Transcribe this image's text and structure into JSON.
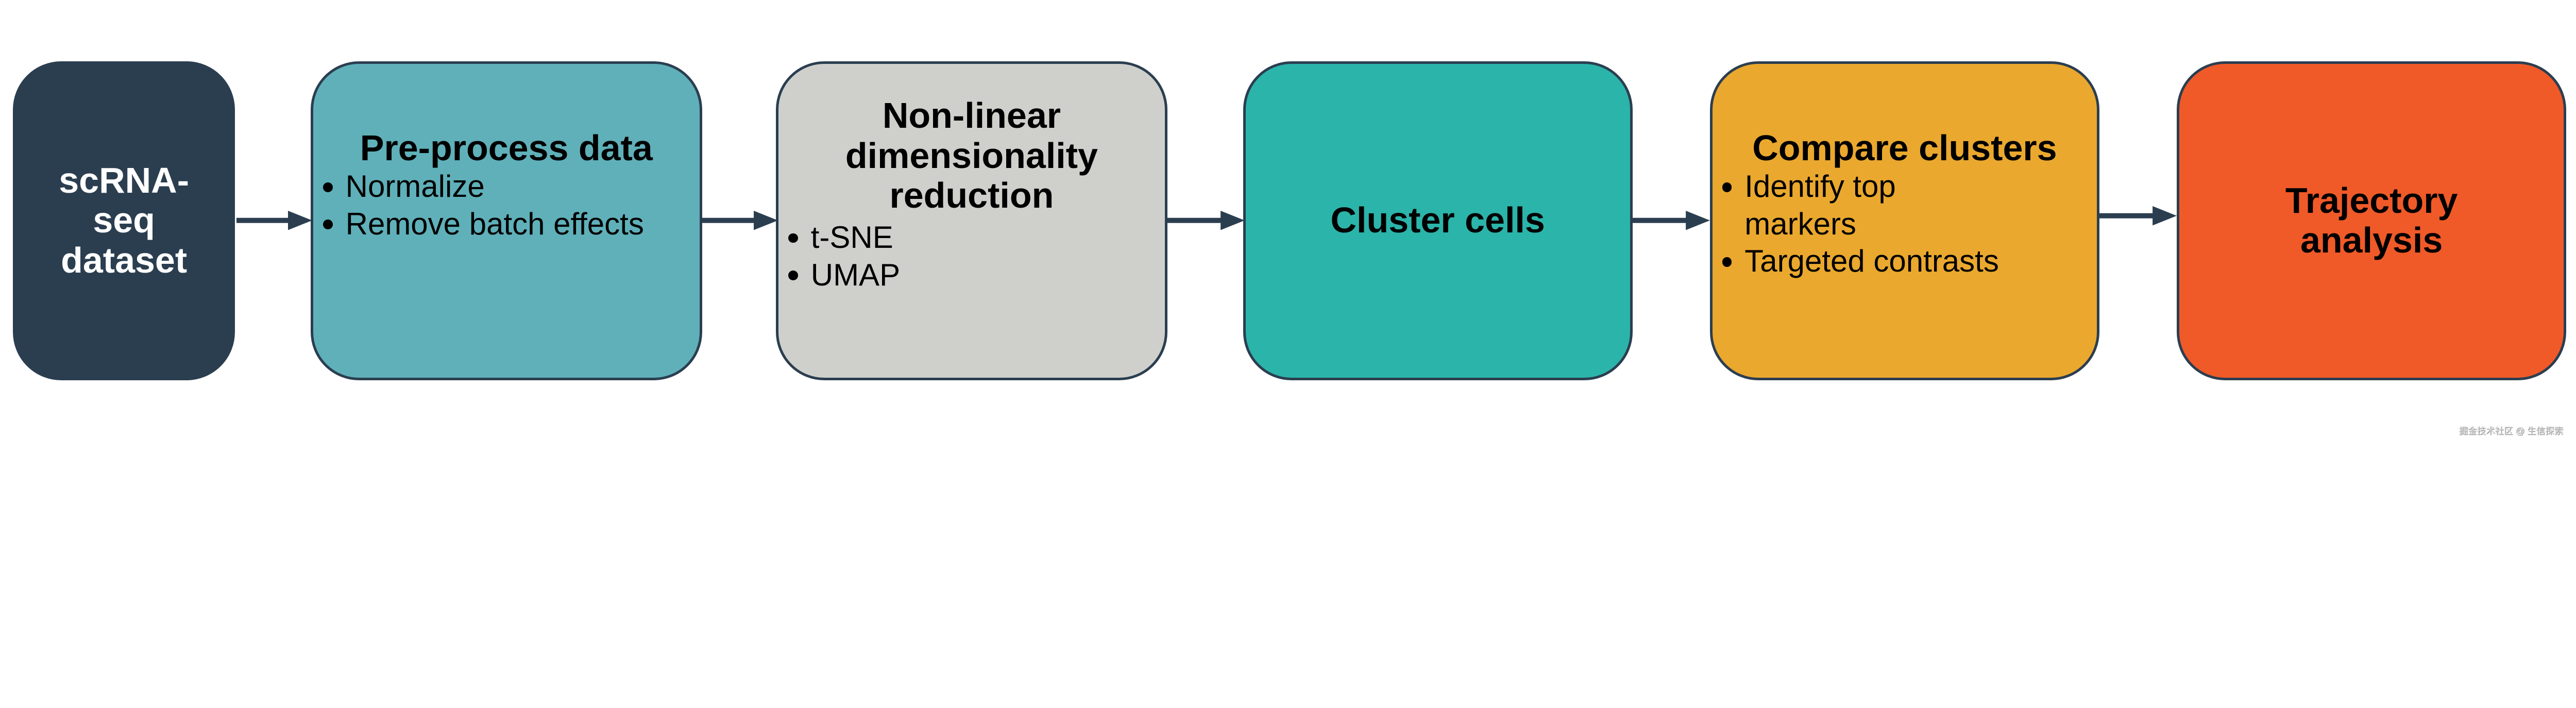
{
  "steps": [
    {
      "title": "scRNA-seq dataset",
      "color": "#2b3e50",
      "bullets": []
    },
    {
      "title": "Pre-process data",
      "color": "#5fb0b9",
      "bullets": [
        "Normalize",
        "Remove batch effects"
      ]
    },
    {
      "title": "Non-linear dimensionality reduction",
      "color": "#cfd0cc",
      "bullets": [
        "t-SNE",
        "UMAP"
      ]
    },
    {
      "title": "Cluster cells",
      "color": "#2bb4aa",
      "bullets": []
    },
    {
      "title": "Compare clusters",
      "color": "#eaa82e",
      "bullets": [
        "Identify top markers",
        "Targeted contrasts"
      ]
    },
    {
      "title": "Trajectory analysis",
      "color": "#f05a28",
      "bullets": []
    }
  ],
  "arrow_color": "#2b3e50",
  "watermark": "掘金技术社区 @ 生信探索"
}
